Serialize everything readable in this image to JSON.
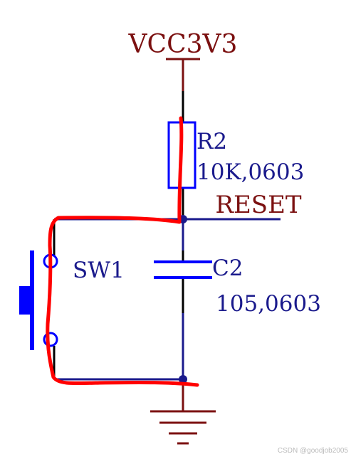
{
  "schematic": {
    "power_net": "VCC3V3",
    "reset_net": "RESET",
    "resistor": {
      "ref": "R2",
      "value": "10K,0603"
    },
    "capacitor": {
      "ref": "C2",
      "value": "105,0603"
    },
    "switch": {
      "ref": "SW1"
    },
    "watermark": "CSDN @goodjob2005",
    "colors": {
      "wire": "#1a1a8c",
      "component": "#0000ff",
      "power_label": "#7b1010",
      "net_label": "#7b1010",
      "ref_label": "#1a1a8c",
      "ground": "#7b1010",
      "annotation": "#ff0000",
      "pin": "#000000"
    }
  }
}
